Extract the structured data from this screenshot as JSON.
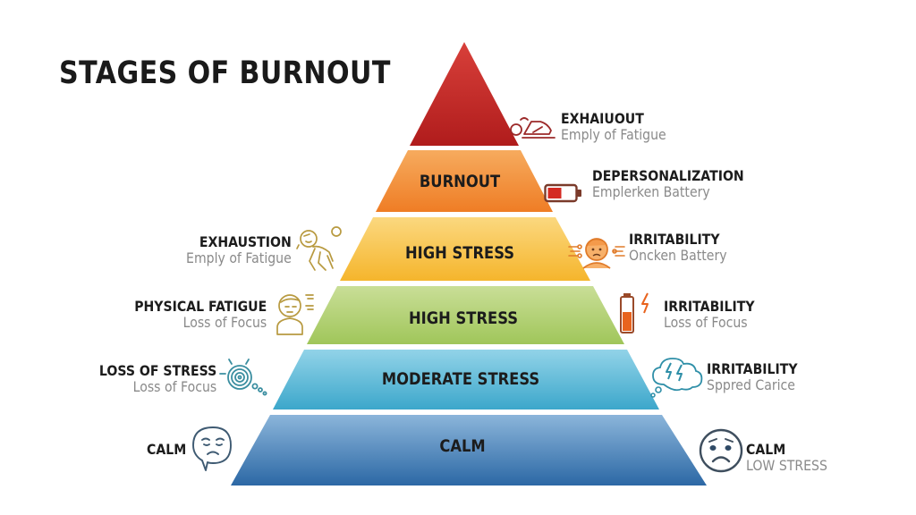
{
  "title": "STAGES OF BURNOUT",
  "pyramid": {
    "levels": [
      {
        "label": "",
        "color_top": "#d83a2e",
        "color_bottom": "#b01c1c"
      },
      {
        "label": "BURNOUT",
        "color_top": "#f6a95a",
        "color_bottom": "#ef7f26"
      },
      {
        "label": "HIGH STRESS",
        "color_top": "#fbd57a",
        "color_bottom": "#f5b52c"
      },
      {
        "label": "HIGH STRESS",
        "color_top": "#c6dc92",
        "color_bottom": "#a3c85c"
      },
      {
        "label": "MODERATE STRESS",
        "color_top": "#8fd1e6",
        "color_bottom": "#3fa9cc"
      },
      {
        "label": "CALM",
        "color_top": "#86b2d8",
        "color_bottom": "#2f6ca8"
      }
    ]
  },
  "callouts_right": [
    {
      "heading": "EXHAIUOUT",
      "sub": "Emply of Fatigue",
      "icon": "exhausted-person-lying-icon"
    },
    {
      "heading": "DEPERSONALIZATION",
      "sub": "Emplerken Battery",
      "icon": "low-battery-icon"
    },
    {
      "heading": "IRRITABILITY",
      "sub": "Oncken Battery",
      "icon": "frustrated-face-icon"
    },
    {
      "heading": "IRRITABILITY",
      "sub": "Loss of Focus",
      "icon": "half-battery-lightning-icon"
    },
    {
      "heading": "IRRITABILITY",
      "sub": "Sppred Carice",
      "icon": "thought-bubble-lightning-icon"
    },
    {
      "heading": "CALM",
      "sub": "LOW STRESS",
      "icon": "worried-face-icon"
    }
  ],
  "callouts_left": [
    {
      "heading": "EXHAUSTION",
      "sub": "Emply of Fatigue",
      "icon": "slumped-person-icon"
    },
    {
      "heading": "PHYSICAL FATIGUE",
      "sub": "Loss of Focus",
      "icon": "tired-person-icon"
    },
    {
      "heading": "LOSS OF STRESS",
      "sub": "Loss of Focus",
      "icon": "spiral-icon"
    },
    {
      "heading": "CALM",
      "sub": "",
      "icon": "sad-speech-bubble-icon"
    }
  ]
}
